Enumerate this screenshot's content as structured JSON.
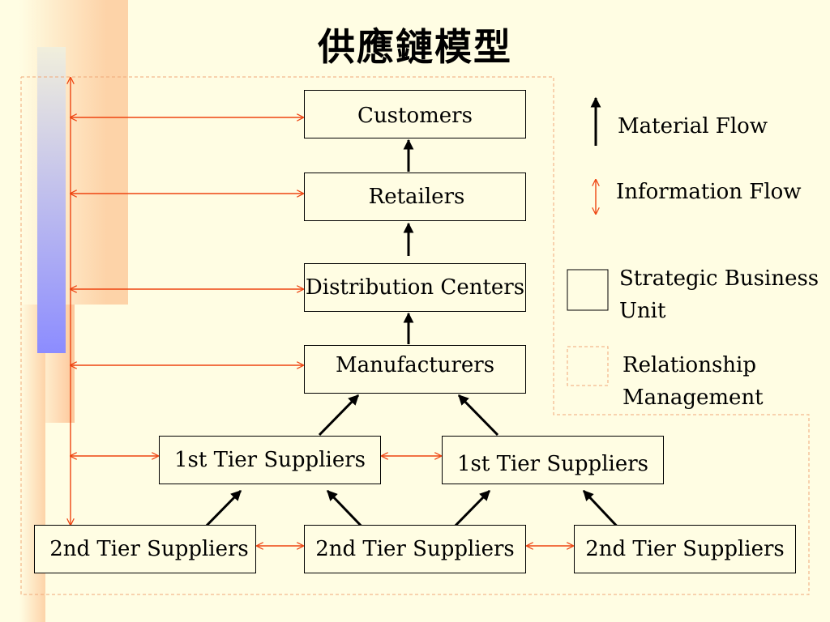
{
  "title": "供應鏈模型",
  "nodes": {
    "customers": "Customers",
    "retailers": "Retailers",
    "distribution": "Distribution Centers",
    "manufacturers": "Manufacturers",
    "tier1_left": "1st Tier Suppliers",
    "tier1_right": "1st Tier Suppliers",
    "tier2_left": "2nd Tier Suppliers",
    "tier2_middle": "2nd Tier Suppliers",
    "tier2_right": "2nd Tier Suppliers"
  },
  "legend": {
    "material_flow": "Material Flow",
    "information_flow": "Information Flow",
    "sbu_line1": "Strategic Business",
    "sbu_line2": "Unit",
    "rm_line1": "Relationship",
    "rm_line2": "Management"
  },
  "colors": {
    "background": "#fffde3",
    "information_flow": "#ee4411",
    "material_flow": "#000000",
    "relationship_border": "#f0a878",
    "deco_orange": "#fdd3a8",
    "deco_blue": "#8c8cff"
  }
}
